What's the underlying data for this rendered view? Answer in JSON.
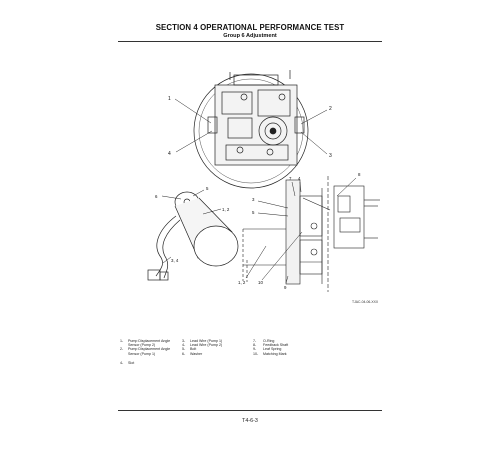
{
  "header": {
    "section_title": "SECTION 4 OPERATIONAL PERFORMANCE TEST",
    "group_title": "Group 6 Adjustment"
  },
  "figure": {
    "code": "TJAC-04-06-XXX",
    "callouts": {
      "c1_top": "1",
      "c2_top": "2",
      "c3_top": "3",
      "c4_top": "4",
      "c6": "6",
      "c5": "5",
      "c12": "1, 2",
      "c34": "3, 4",
      "c7": "7",
      "c4b": "4",
      "c8": "8",
      "c3b": "3",
      "c5b": "5",
      "c12b": "1, 2",
      "c10": "10",
      "c9": "9"
    }
  },
  "legend": {
    "col1": [
      {
        "num": "1-",
        "text": "Pump Displacement Angle"
      },
      {
        "num": "",
        "text": "Sensor (Pump 2)"
      },
      {
        "num": "2-",
        "text": "Pump Displacement Angle"
      },
      {
        "num": "",
        "text": "Sensor (Pump 1)"
      },
      {
        "num": "",
        "text": ""
      },
      {
        "num": "4-",
        "text": "Slot"
      }
    ],
    "col2": [
      {
        "num": "3-",
        "text": "Lead Wire (Pump 1)"
      },
      {
        "num": "4-",
        "text": "Lead Wire (Pump 2)"
      },
      {
        "num": "5-",
        "text": "Bolt"
      },
      {
        "num": "6-",
        "text": "Washer"
      }
    ],
    "col3": [
      {
        "num": "7-",
        "text": "O-Ring"
      },
      {
        "num": "8-",
        "text": "Feedback Shaft"
      },
      {
        "num": "9-",
        "text": "Leaf Spring"
      },
      {
        "num": "10-",
        "text": "Matching Mark"
      }
    ]
  },
  "footer": {
    "page_number": "T4-6-3"
  }
}
